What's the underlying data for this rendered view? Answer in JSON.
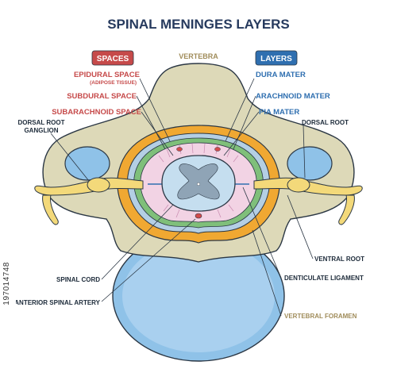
{
  "title": "SPINAL MENINGES LAYERS",
  "headers": {
    "spaces": "SPACES",
    "layers": "LAYERS",
    "vertebra": "VERTEBRA"
  },
  "spaces": {
    "epidural": "EPIDURAL SPACE",
    "epidural_note": "(ADIPOSE TISSUE)",
    "subdural": "SUBDURAL SPACE",
    "subarachnoid": "SUBARACHNOID SPACE"
  },
  "layers": {
    "dura": "DURA MATER",
    "arachnoid": "ARACHNOID MATER",
    "pia": "PIA MATER"
  },
  "labels": {
    "drg_line1": "DORSAL ROOT",
    "drg_line2": "GANGLION",
    "dorsal_root": "DORSAL ROOT",
    "spinal_cord": "SPINAL CORD",
    "anterior_artery": "ANTERIOR SPINAL ARTERY",
    "ventral_root": "VENTRAL ROOT",
    "denticulate": "DENTICULATE LIGAMENT",
    "vertebral_foramen": "VERTEBRAL FORAMEN"
  },
  "stock_id": "197014748",
  "colors": {
    "title": "#263a5e",
    "spaces_badge": "#c64a4a",
    "spaces_text": "#c64a4a",
    "layers_badge": "#2f6fb0",
    "layers_text": "#2f6fb0",
    "bone": "#ddd9b8",
    "outline": "#2b3744",
    "fat": "#f0a832",
    "dura": "#b4cfe4",
    "arachnoid": "#7fbf7a",
    "csf": "#f2d3e4",
    "cord": "#c5deef",
    "grey_matter": "#8fa4b6",
    "nerve": "#f3d97a",
    "disc": "#8fc2e8",
    "label": "#1d2b3a",
    "vertebra_text": "#a08c5a"
  }
}
